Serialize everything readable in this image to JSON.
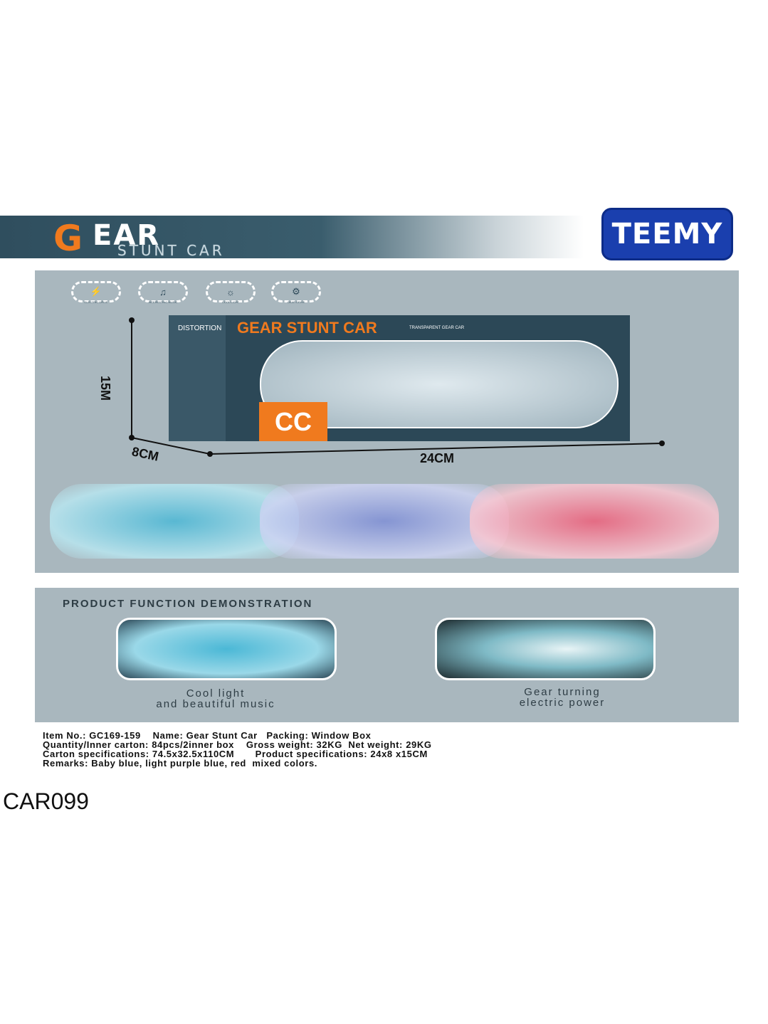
{
  "brand": {
    "logo_g": "G",
    "logo_rest": "EAR",
    "logo_sub": "STUNT CAR",
    "teemy": "TEEMY"
  },
  "features": [
    {
      "icon": "lightning-icon",
      "label": "ELECTRIC DRIVE",
      "glyph": "⚡"
    },
    {
      "icon": "music-icon",
      "label": "INTERESTING MUSIC",
      "glyph": "♫"
    },
    {
      "icon": "light-icon",
      "label": "COOL LIGHT",
      "glyph": "☼"
    },
    {
      "icon": "gear-icon",
      "label": "GEAR DRIVE",
      "glyph": "⚙"
    }
  ],
  "box": {
    "side_title": "DISTORTION",
    "logo": "GEAR STUNT CAR",
    "subtitle": "TRANSPARENT GEAR CAR",
    "badge": "CC"
  },
  "dimensions": {
    "height": "15M",
    "depth": "8CM",
    "width": "24CM"
  },
  "cars": [
    {
      "color": "#7fd3e6"
    },
    {
      "color": "#a9b4e8"
    },
    {
      "color": "#f2a0b0"
    }
  ],
  "demo": {
    "title": "PRODUCT FUNCTION DEMONSTRATION",
    "captions": [
      [
        "Cool light",
        "and beautiful music"
      ],
      [
        "Gear turning",
        "electric power"
      ]
    ]
  },
  "specs": [
    "Item No.: GC169-159    Name: Gear Stunt Car   Packing: Window Box",
    "Quantity/Inner carton: 84pcs/2inner box    Gross weight: 32KG  Net weight: 29KG",
    "Carton specifications: 74.5x32.5x110CM       Product specifications: 24x8 x15CM",
    "Remarks: Baby blue, light purple blue, red  mixed colors."
  ],
  "code": "CAR099"
}
